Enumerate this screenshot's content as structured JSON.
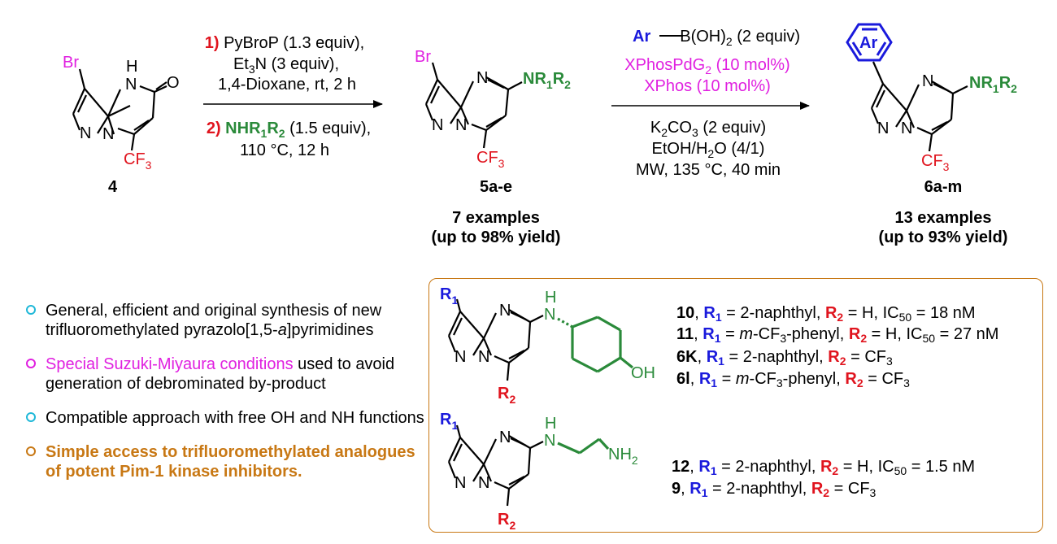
{
  "colors": {
    "bromine": "#e020e0",
    "amine": "#2a8a3a",
    "cf3": "#e0141e",
    "aryl": "#1a1adc",
    "catalyst": "#e020e0",
    "step_num": "#e0141e",
    "bullet_cyan": "#20b8d8",
    "bullet_magenta": "#e020e0",
    "bullet_orange": "#c87814",
    "box_border": "#c87814"
  },
  "atoms": {
    "br": "Br",
    "h": "H",
    "o": "O",
    "n": "N",
    "oh": "OH",
    "nh2": "NH",
    "nh2_sub": "2",
    "cf3": "CF",
    "cf3_sub": "3",
    "ar": "Ar",
    "nr1r2": "NR",
    "r": "R",
    "sub1": "1",
    "sub2": "2"
  },
  "compounds": {
    "c4": "4",
    "c5": "5a-e",
    "c6": "6a-m"
  },
  "step1": {
    "num1": "1)",
    "line1": " PyBroP (1.3 equiv),",
    "line2a": "Et",
    "line2sub": "3",
    "line2b": "N (3 equiv),",
    "line3": "1,4-Dioxane, rt, 2 h",
    "num2": "2)",
    "line4a": " NHR",
    "line4sub1": "1",
    "line4b": "R",
    "line4sub2": "2",
    "line4c": " (1.5 equiv),",
    "line5": "110 °C, 12 h"
  },
  "step2": {
    "reagent_ar": "Ar",
    "reagent_rest": "B(OH)",
    "reagent_sub": "2",
    "reagent_tail": " (2 equiv)",
    "cat1a": "XPhosPdG",
    "cat1sub": "2",
    "cat1b": " (10 mol%)",
    "cat2": "XPhos (10 mol%)",
    "base_a": "K",
    "base_sub1": "2",
    "base_b": "CO",
    "base_sub2": "3",
    "base_c": " (2 equiv)",
    "solv_a": "EtOH/H",
    "solv_sub": "2",
    "solv_b": "O (4/1)",
    "cond": "MW, 135 °C, 40 min"
  },
  "yields": {
    "y5_line1": "7 examples",
    "y5_line2": "(up to 98% yield)",
    "y6_line1": "13 examples",
    "y6_line2": "(up to 93% yield)"
  },
  "bullets": [
    {
      "text": "General, efficient and original synthesis of new trifluoromethylated pyrazolo[1,5-a]pyrimidines"
    },
    {
      "highlight": "Special Suzuki-Miyaura conditions",
      "text": " used to avoid generation of debrominated by-product"
    },
    {
      "text": "Compatible approach with free OH and NH functions"
    },
    {
      "text": "Simple access to trifluoromethylated analogues of potent Pim-1 kinase inhibitors."
    }
  ],
  "bullet1": {
    "a": "General, efficient and original synthesis of new trifluoromethylated pyrazolo[1,5-",
    "ital": "a",
    "b": "]pyrimidines"
  },
  "table": {
    "r1": {
      "id": "10",
      "r1": "2-naphthyl",
      "r2": "H",
      "ic": "18 nM"
    },
    "r2": {
      "id": "11",
      "r1pre": "m",
      "r1mid": "-CF",
      "r1sub": "3",
      "r1post": "-phenyl",
      "r2": "H",
      "ic": "27 nM"
    },
    "r3": {
      "id": "6K",
      "r1": "2-naphthyl",
      "r2a": "CF",
      "r2sub": "3"
    },
    "r4": {
      "id": "6l",
      "r1pre": "m",
      "r1mid": "-CF",
      "r1sub": "3",
      "r1post": "-phenyl",
      "r2a": "CF",
      "r2sub": "3"
    },
    "r5": {
      "id": "12",
      "r1": "2-naphthyl",
      "r2": "H",
      "ic": "1.5 nM"
    },
    "r6": {
      "id": "9",
      "r1": "2-naphthyl",
      "r2a": "CF",
      "r2sub": "3"
    },
    "ic_label": "IC",
    "ic_sub": "50"
  }
}
